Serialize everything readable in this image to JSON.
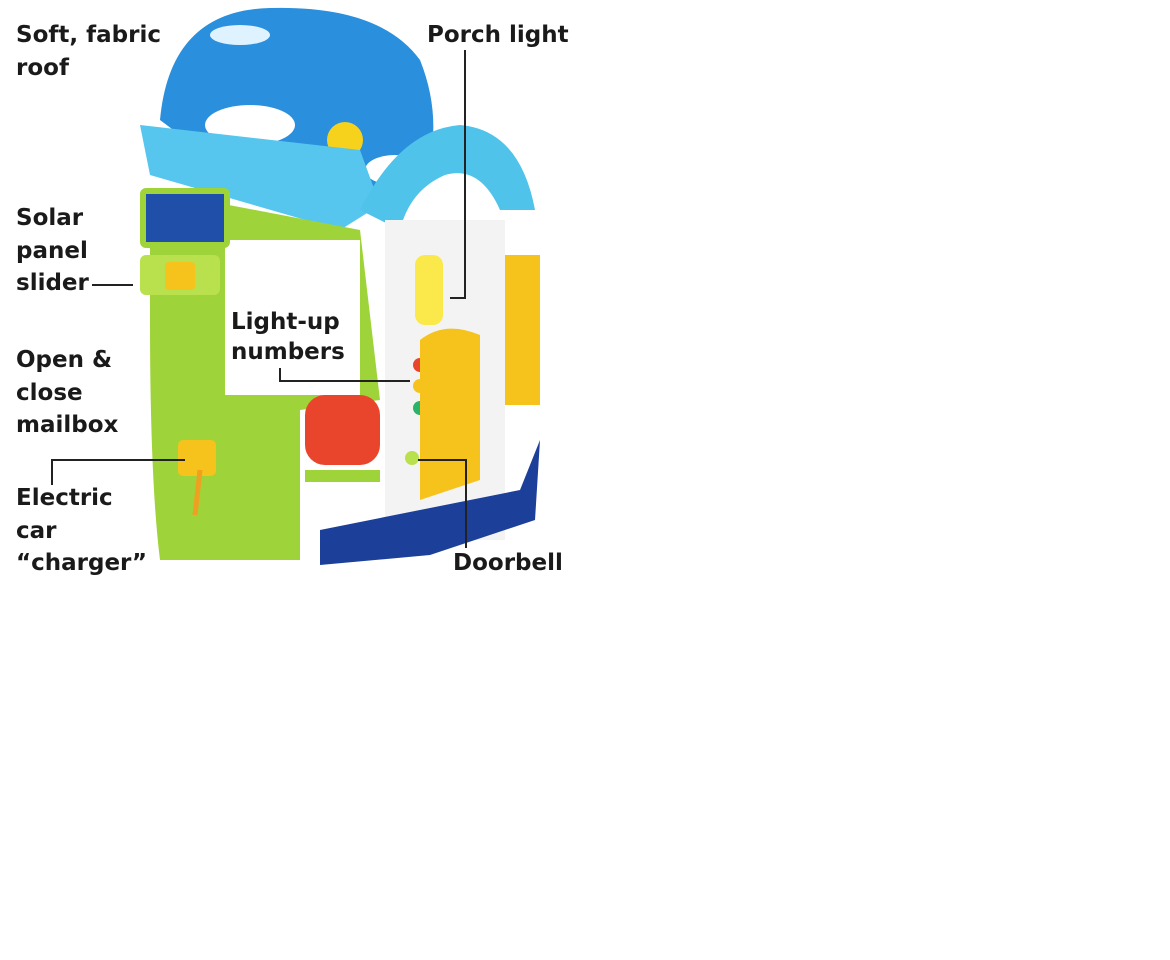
{
  "callouts": {
    "roof": "Soft, fabric\nroof",
    "porch_light": "Porch light",
    "solar_panel": "Solar\npanel\nslider",
    "light_up_numbers": "Light-up\nnumbers",
    "mailbox": "Open &\nclose\nmailbox",
    "charger": "Electric\ncar\n“charger”",
    "doorbell": "Doorbell"
  },
  "colors": {
    "roof_blue": "#4fc3ea",
    "sky": "#2a8fdc",
    "green": "#9fd33a",
    "yellow": "#f6c21c",
    "red": "#e8452c",
    "navy": "#1c3f9a",
    "leader": "#222222"
  }
}
